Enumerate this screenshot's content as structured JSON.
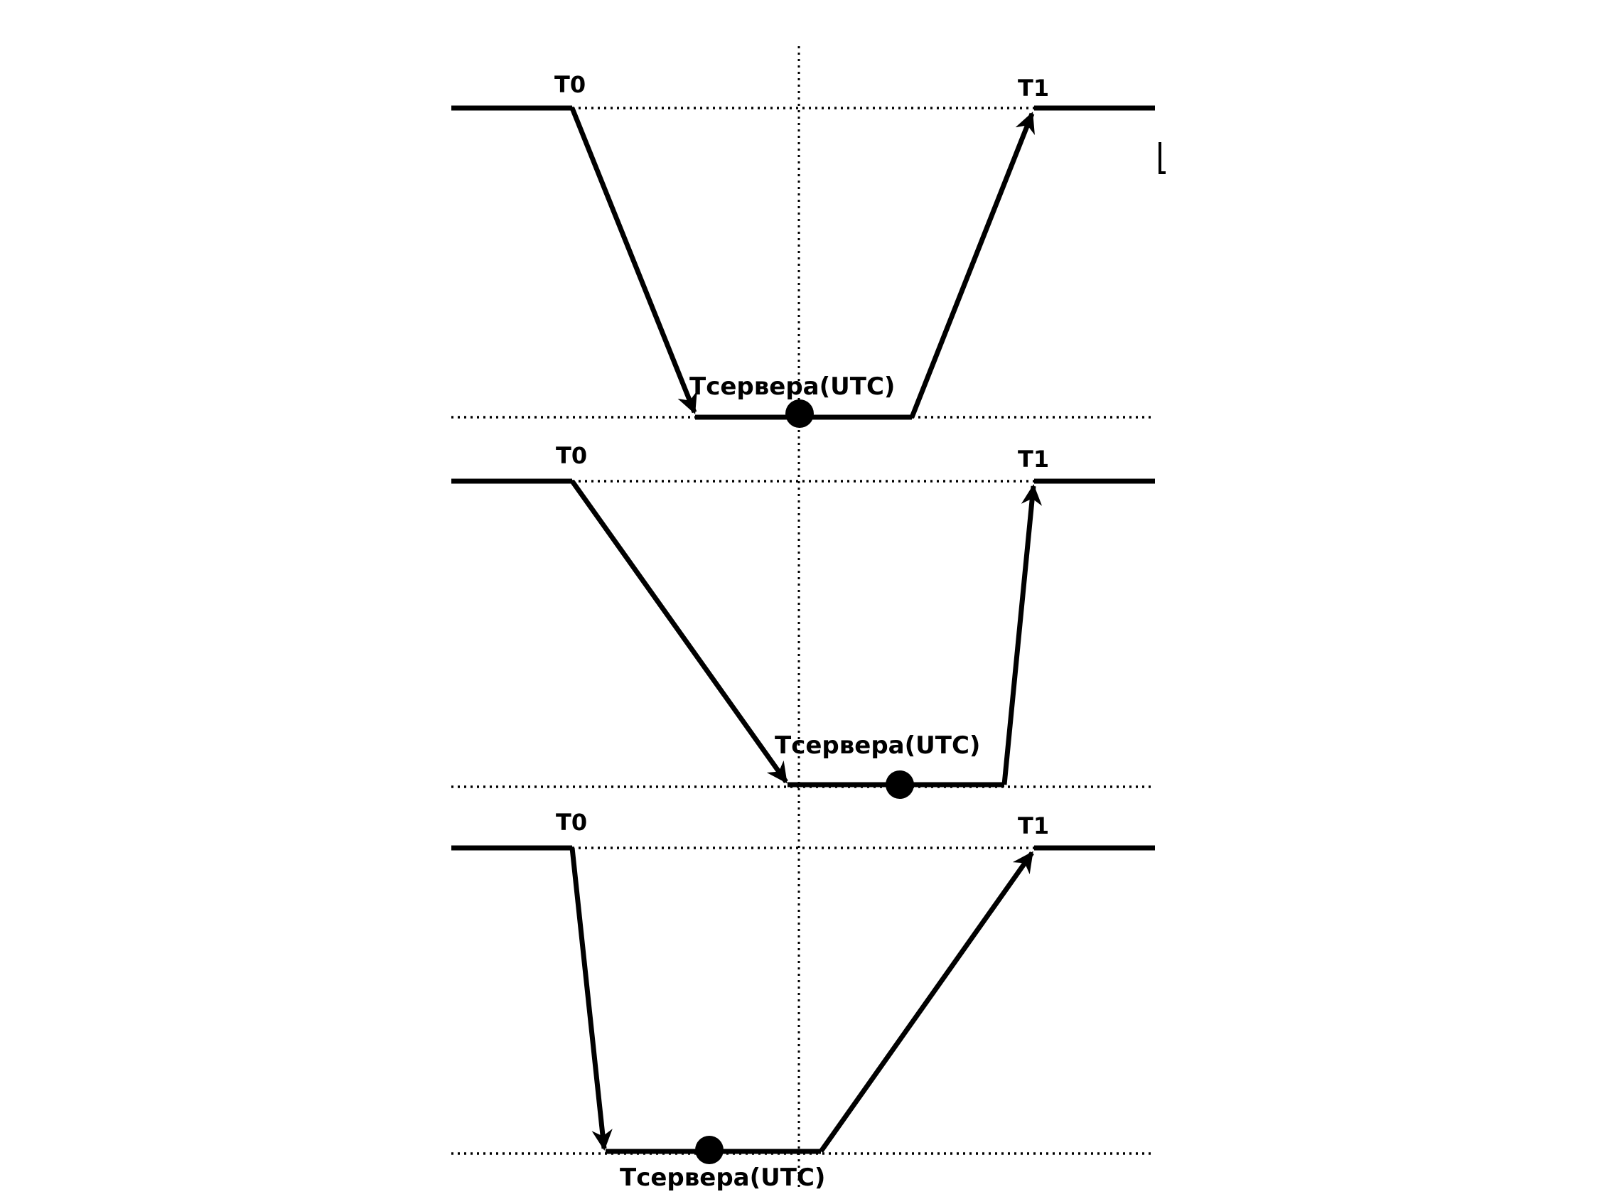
{
  "diagram": {
    "panels": [
      {
        "label_t0": "T0",
        "label_t1": "T1",
        "label_server": "Тсервера(UTC)"
      },
      {
        "label_t0": "T0",
        "label_t1": "T1",
        "label_server": "Тсервера(UTC)"
      },
      {
        "label_t0": "T0",
        "label_t1": "T1",
        "label_server": "Тсервера(UTC)"
      }
    ],
    "colors": {
      "line": "#000000",
      "background": "#ffffff"
    }
  }
}
